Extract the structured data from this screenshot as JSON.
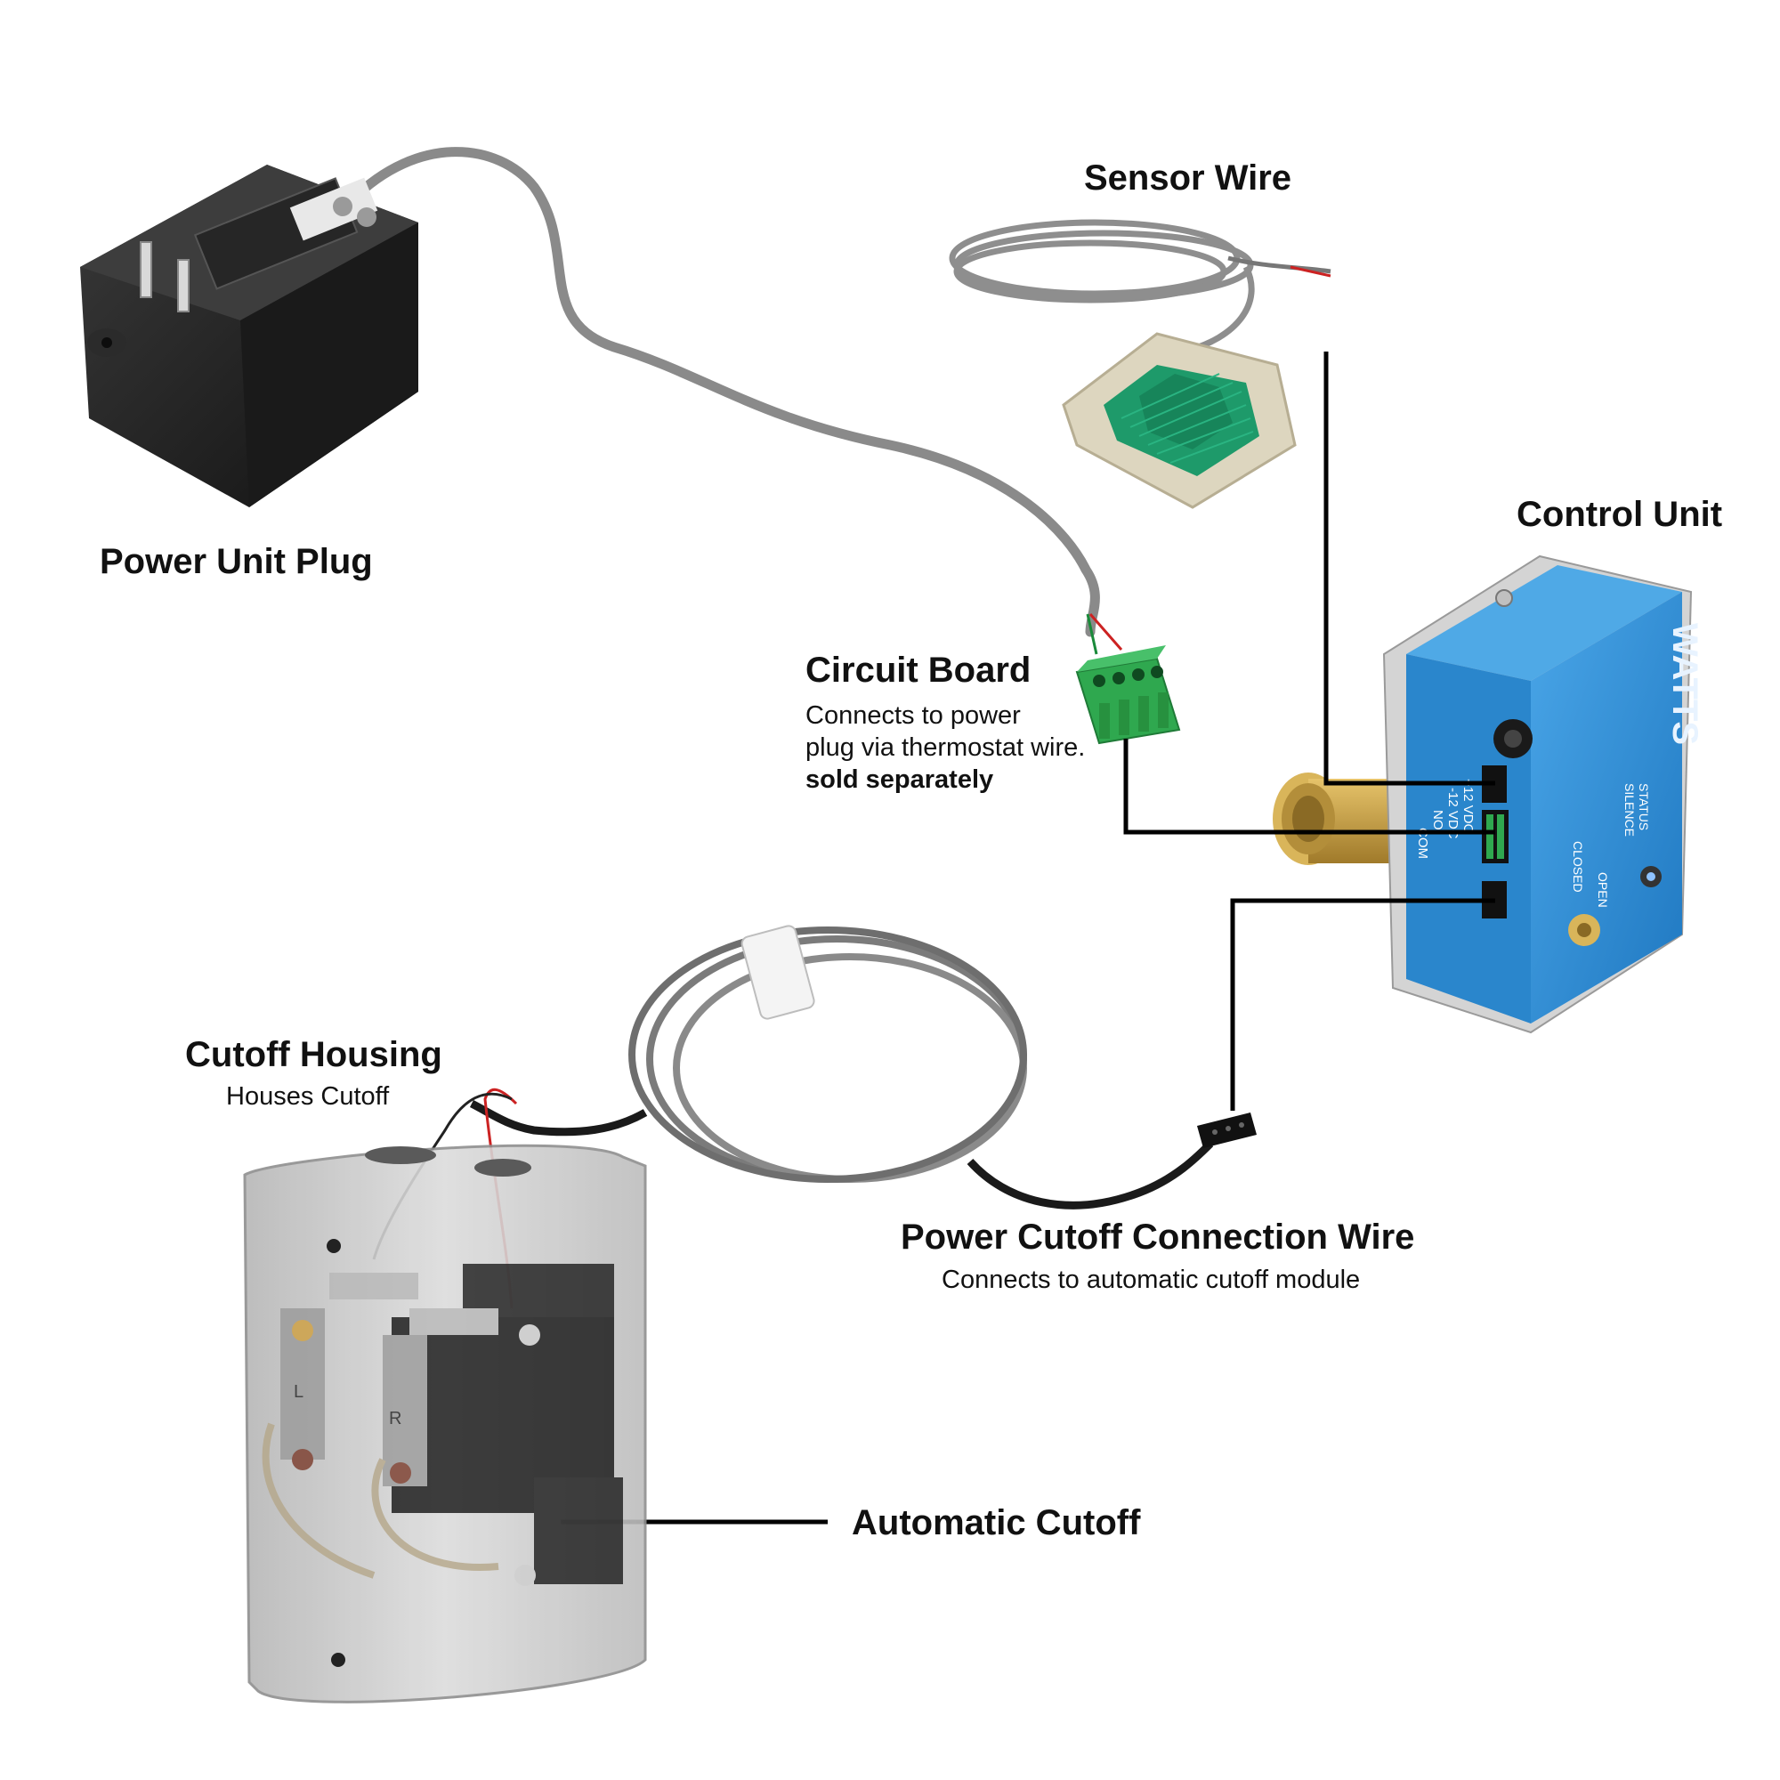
{
  "labels": {
    "power_unit_plug": "Power Unit  Plug",
    "sensor_wire": "Sensor Wire",
    "control_unit": "Control Unit",
    "circuit_board": {
      "title": "Circuit Board",
      "line1": "Connects to power",
      "line2": "plug via thermostat wire.",
      "line3": "sold separately"
    },
    "cutoff_housing": {
      "title": "Cutoff Housing",
      "subtitle": "Houses Cutoff"
    },
    "power_cutoff_wire": {
      "title": "Power Cutoff Connection Wire",
      "subtitle": "Connects to automatic cutoff module"
    },
    "automatic_cutoff": "Automatic Cutoff"
  },
  "device_text": {
    "brand": "WATTS",
    "port_labels": [
      "+12 VDC",
      "-12 VDC",
      "NO",
      "COM"
    ],
    "button_labels": [
      "STATUS",
      "SILENCE"
    ],
    "valve_labels": [
      "OPEN",
      "CLOSED"
    ],
    "relay_terminals": [
      "L",
      "R"
    ]
  },
  "colors": {
    "control_unit_blue": "#2f8fd6",
    "connector_green": "#2fa84f",
    "sensor_pad_green": "#1e9a6a",
    "brass": "#c9a24a",
    "wire_gray": "#8a8a8a",
    "leader_line": "#000000"
  }
}
